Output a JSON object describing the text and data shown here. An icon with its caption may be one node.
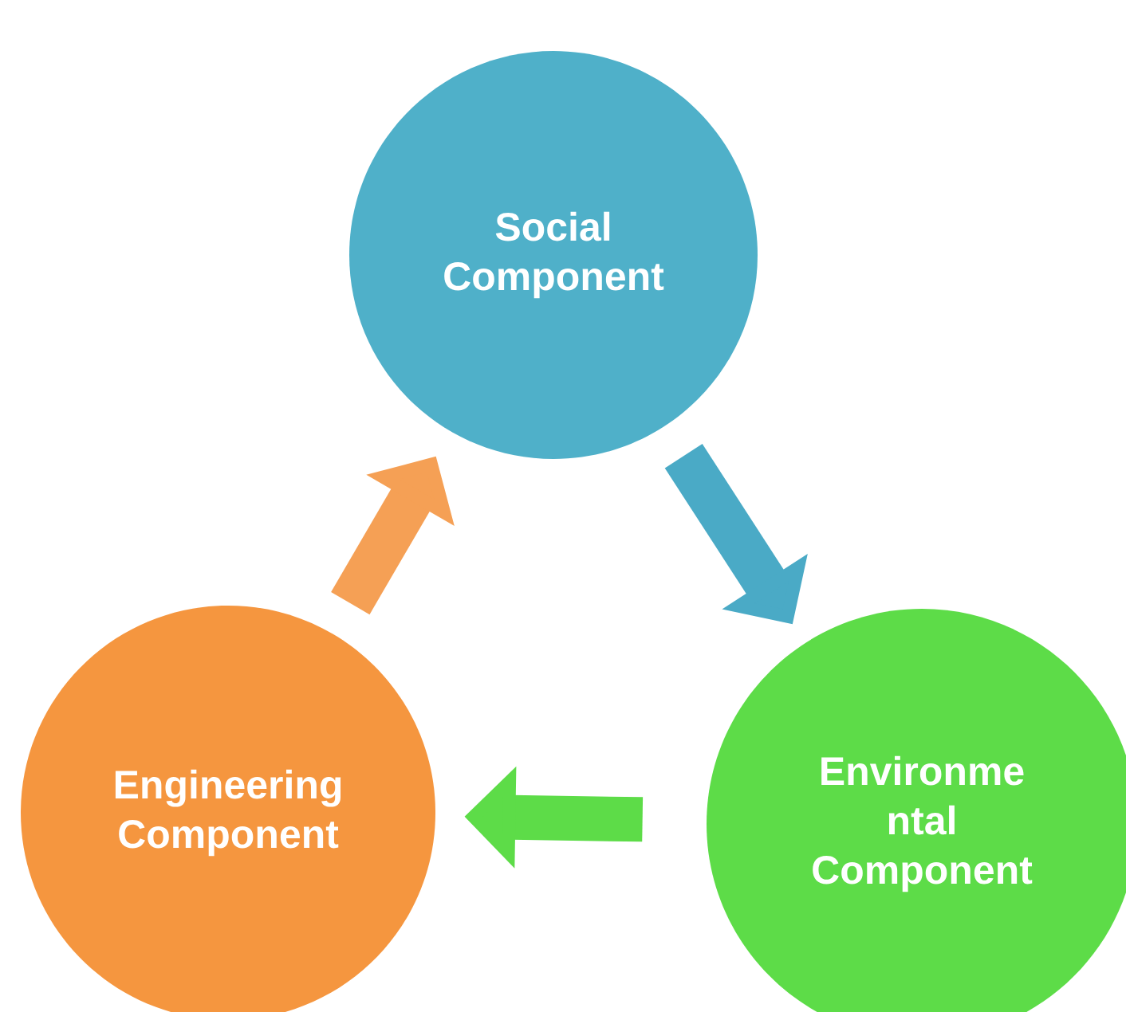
{
  "diagram": {
    "nodes": [
      {
        "text": [
          "Social Component"
        ]
      },
      {
        "text": [
          "Environme ntal Component"
        ]
      },
      {
        "text": [
          "Engineering Component"
        ]
      }
    ],
    "edges": [
      {
        "from": 2,
        "to": 0,
        "arrow": "to",
        "color": "#f5a055"
      },
      {
        "from": 0,
        "to": 1,
        "arrow": "to",
        "color": "#4aaac6"
      },
      {
        "from": 1,
        "to": 2,
        "arrow": "to",
        "color": "#5ddc48"
      }
    ]
  }
}
